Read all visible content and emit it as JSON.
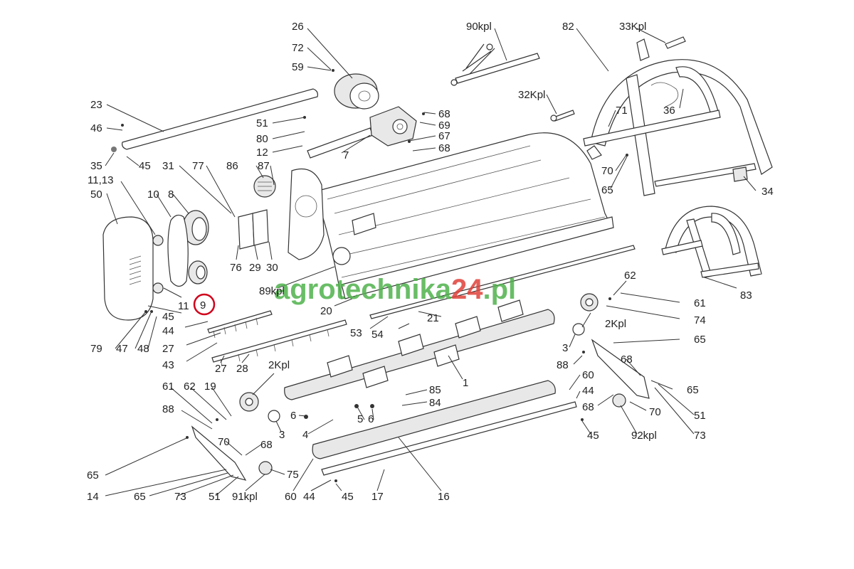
{
  "watermark": {
    "text_main": "agrotechnika",
    "text_number": "24",
    "text_suffix": ".pl",
    "color_main": "#4fb24c",
    "color_number": "#e0413a"
  },
  "highlight": {
    "label": "9",
    "color": "#d0021b"
  },
  "labels": {
    "l26": "26",
    "l72": "72",
    "l59": "59",
    "l90kpl": "90kpl",
    "l82": "82",
    "l33kpl": "33Kpl",
    "l23": "23",
    "l46": "46",
    "l35": "35",
    "l45a": "45",
    "l51a": "51",
    "l80": "80",
    "l12": "12",
    "l68a": "68",
    "l69": "69",
    "l67": "67",
    "l68b": "68",
    "l7": "7",
    "l32kpl": "32Kpl",
    "l71": "71",
    "l36": "36",
    "l70a": "70",
    "l65a": "65",
    "l34": "34",
    "l11_13": "11,13",
    "l31": "31",
    "l77": "77",
    "l86": "86",
    "l87": "87",
    "l50": "50",
    "l10": "10",
    "l8": "8",
    "l76": "76",
    "l29": "29",
    "l30": "30",
    "l89kpl": "89kpl",
    "l20": "20",
    "l11": "11",
    "l9": "9",
    "l45b": "45",
    "l44a": "44",
    "l27a": "27",
    "l79": "79",
    "l47": "47",
    "l48": "48",
    "l43": "43",
    "l27b": "27",
    "l28": "28",
    "l53": "53",
    "l54": "54",
    "l21": "21",
    "l62a": "62",
    "l61a": "61",
    "l74": "74",
    "l2kpl_a": "2Kpl",
    "l65b": "65",
    "l83": "83",
    "l3a": "3",
    "l88a": "88",
    "l1": "1",
    "l68c": "68",
    "l65c": "65",
    "l60a": "60",
    "l44b": "44",
    "l68d": "68",
    "l70b": "70",
    "l51b": "51",
    "l73a": "73",
    "l92kpl": "92kpl",
    "l45c": "45",
    "l2kpl_b": "2Kpl",
    "l61b": "61",
    "l62b": "62",
    "l19": "19",
    "l88b": "88",
    "l6a": "6",
    "l5": "5",
    "l6b": "6",
    "l85": "85",
    "l84": "84",
    "l3b": "3",
    "l4": "4",
    "l70c": "70",
    "l68e": "68",
    "l75": "75",
    "l65d": "65",
    "l14": "14",
    "l65e": "65",
    "l73b": "73",
    "l51c": "51",
    "l91kpl": "91kpl",
    "l60b": "60",
    "l44c": "44",
    "l45d": "45",
    "l17": "17",
    "l16": "16"
  }
}
